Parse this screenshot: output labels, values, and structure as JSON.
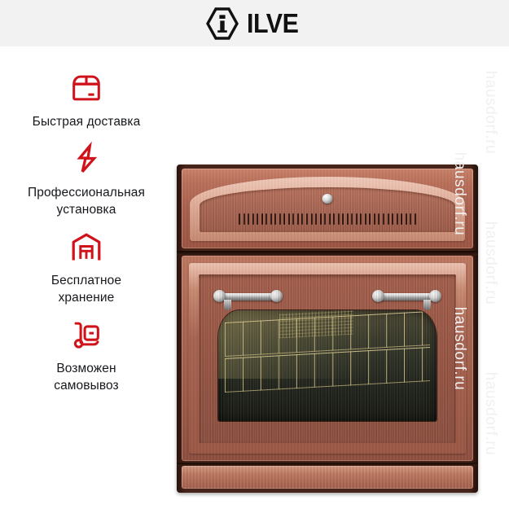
{
  "header": {
    "logo_icon": "hexagon-i-icon",
    "brand_name": "ILVE"
  },
  "features": [
    {
      "icon": "package-box-icon",
      "label": "Быстрая доставка"
    },
    {
      "icon": "lightning-bolt-icon",
      "label": "Профессиональная\nустановка"
    },
    {
      "icon": "warehouse-icon",
      "label": "Бесплатное\nхранение"
    },
    {
      "icon": "hand-truck-icon",
      "label": "Возможен\nсамовывоз"
    }
  ],
  "product": {
    "name": "built-in-oven-copper",
    "alt": "ILVE built-in oven, copper finish"
  },
  "watermarks": {
    "text": "hausdorf.ru",
    "color": "#f0f0f0",
    "columns": [
      {
        "count": 3,
        "offsets": [
          70,
          255,
          440
        ]
      },
      {
        "count": 2,
        "offsets": [
          170,
          360
        ]
      }
    ]
  },
  "colors": {
    "accent": "#d0121b",
    "header_bg": "#f2f2f2",
    "text": "#16181c",
    "page_bg": "#ffffff"
  }
}
